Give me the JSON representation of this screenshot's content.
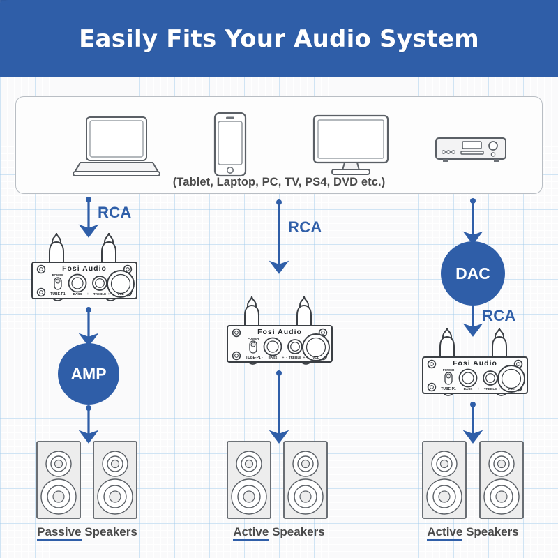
{
  "header": {
    "title": "Easily Fits Your Audio System"
  },
  "sources": {
    "caption": "(Tablet, Laptop, PC, TV, PS4, DVD etc.)",
    "devices": [
      {
        "name": "laptop-icon",
        "label": "Laptop"
      },
      {
        "name": "smartphone-icon",
        "label": "Tablet"
      },
      {
        "name": "tv-icon",
        "label": "TV"
      },
      {
        "name": "dvd-player-icon",
        "label": "DVD Player"
      }
    ]
  },
  "colors": {
    "brand_blue": "#2f5ea8",
    "arrow_blue": "#2f5ea8",
    "header_blue": "#2f5ea8",
    "text_gray": "#4a4a4a",
    "device_outline": "#555a5f",
    "speaker_fill": "#ededed"
  },
  "amp": {
    "brand": "Fosi Audio",
    "model": "TUBE-P1",
    "power_label": "POWER",
    "bass_label": "BASS",
    "treble_label": "TREBLE",
    "volume_label": "VOL",
    "minus": "-",
    "plus": "+"
  },
  "columns": [
    {
      "id": "column-passive",
      "connections": [
        {
          "name": "rca-label-left-top",
          "label": "RCA"
        }
      ],
      "nodes": [
        {
          "name": "amp-circle",
          "label": "AMP"
        }
      ],
      "speakers": {
        "prefix": "Passive",
        "suffix": " Speakers"
      }
    },
    {
      "id": "column-active-middle",
      "connections": [
        {
          "name": "rca-label-middle",
          "label": "RCA"
        }
      ],
      "nodes": [],
      "speakers": {
        "prefix": "Active",
        "suffix": " Speakers"
      }
    },
    {
      "id": "column-active-right",
      "connections": [
        {
          "name": "rca-label-right",
          "label": "RCA"
        }
      ],
      "nodes": [
        {
          "name": "dac-circle",
          "label": "DAC"
        }
      ],
      "speakers": {
        "prefix": "Active",
        "suffix": " Speakers"
      }
    }
  ]
}
